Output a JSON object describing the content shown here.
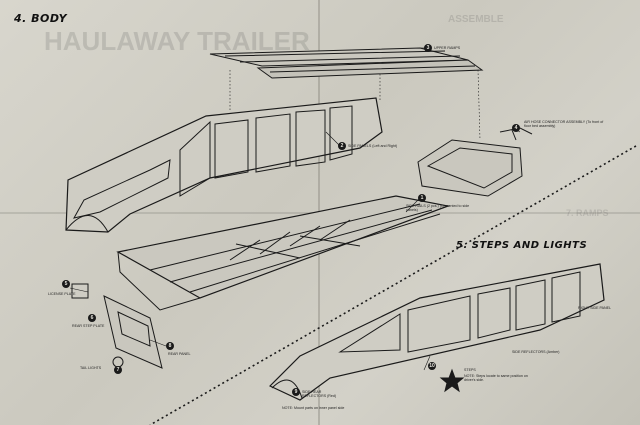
{
  "sections": {
    "body_title": "4. BODY",
    "steps_title": "5. STEPS AND LIGHTS"
  },
  "background_text": {
    "trailer_title": "HAULAWAY TRAILER",
    "assembly_header": "ASSEMBLE",
    "step_ghost": "7. RAMPS"
  },
  "callouts": {
    "upper_ramps": "UPPER RAMPS",
    "side_panels": "SIDE PANELS (Left and Right)",
    "air_hose": "AIR HOSE CONNECTOR ASSEMBLY (To front of floor bed assembly)",
    "side_rails": "SIDE RAILS (2 pcs.) (Cemented to side panels)",
    "license_plate": "LICENSE PLATE",
    "rear_step_plate": "REAR STEP PLATE",
    "tail_lights": "TAIL LIGHTS",
    "rear_panel": "REAR PANEL",
    "right_side_panel": "RIGHT SIDE PANEL",
    "side_reflectors": "SIDE REFLECTORS (Amber)",
    "steps": "STEPS",
    "steps_note": "NOTE: Steps locate to same position on driver's side.",
    "rear_reflectors": "SIDE REAR REFLECTORS (Red)",
    "bottom_note": "NOTE: Mount parts on inner panel side"
  },
  "markers": [
    "1",
    "2",
    "3",
    "4",
    "5",
    "6",
    "7",
    "8",
    "9",
    "10"
  ],
  "colors": {
    "paper": "#d3d1c8",
    "ink": "#1a1a1a",
    "ghost": "#8a8880"
  }
}
